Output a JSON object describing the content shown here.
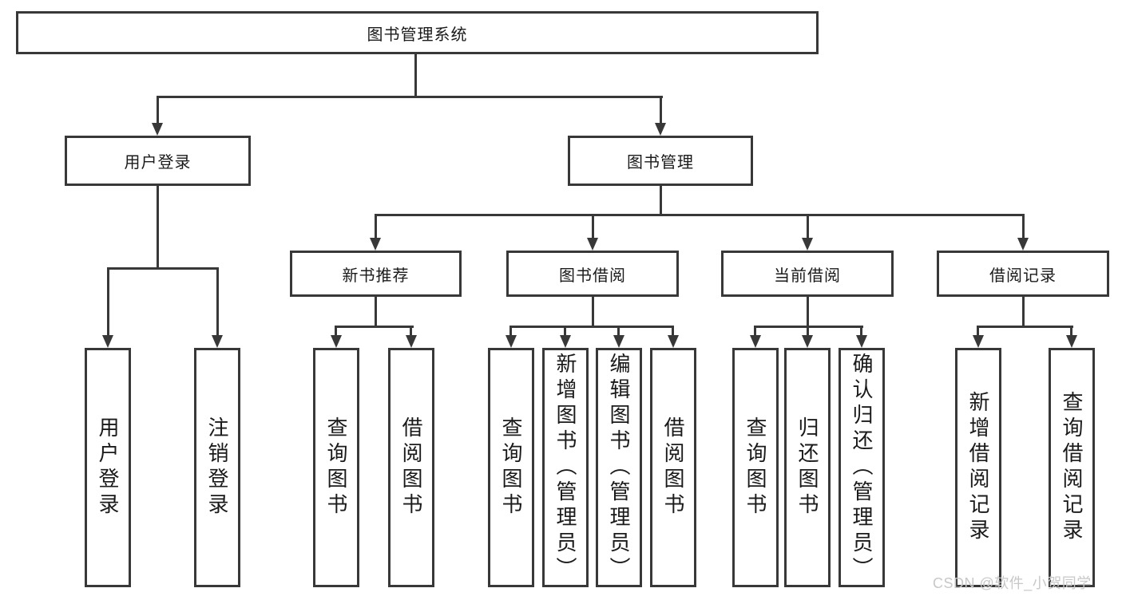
{
  "tree": {
    "root": {
      "label": "图书管理系统",
      "children": [
        {
          "label": "用户登录",
          "children": [
            {
              "label": "用户登录"
            },
            {
              "label": "注销登录"
            }
          ]
        },
        {
          "label": "图书管理",
          "children": [
            {
              "label": "新书推荐",
              "children": [
                {
                  "label": "查询图书"
                },
                {
                  "label": "借阅图书"
                }
              ]
            },
            {
              "label": "图书借阅",
              "children": [
                {
                  "label": "查询图书"
                },
                {
                  "label": "新增图书（管理员）"
                },
                {
                  "label": "编辑图书（管理员）"
                },
                {
                  "label": "借阅图书"
                }
              ]
            },
            {
              "label": "当前借阅",
              "children": [
                {
                  "label": "查询图书"
                },
                {
                  "label": "归还图书"
                },
                {
                  "label": "确认归还（管理员）"
                }
              ]
            },
            {
              "label": "借阅记录",
              "children": [
                {
                  "label": "新增借阅记录"
                },
                {
                  "label": "查询借阅记录"
                }
              ]
            }
          ]
        }
      ]
    }
  },
  "watermark": {
    "text": "CSDN @软件_小贺同学"
  },
  "colors": {
    "line": "#383838",
    "text": "#1a1a1a",
    "background": "#ffffff",
    "watermark": "#c8c8c8"
  }
}
